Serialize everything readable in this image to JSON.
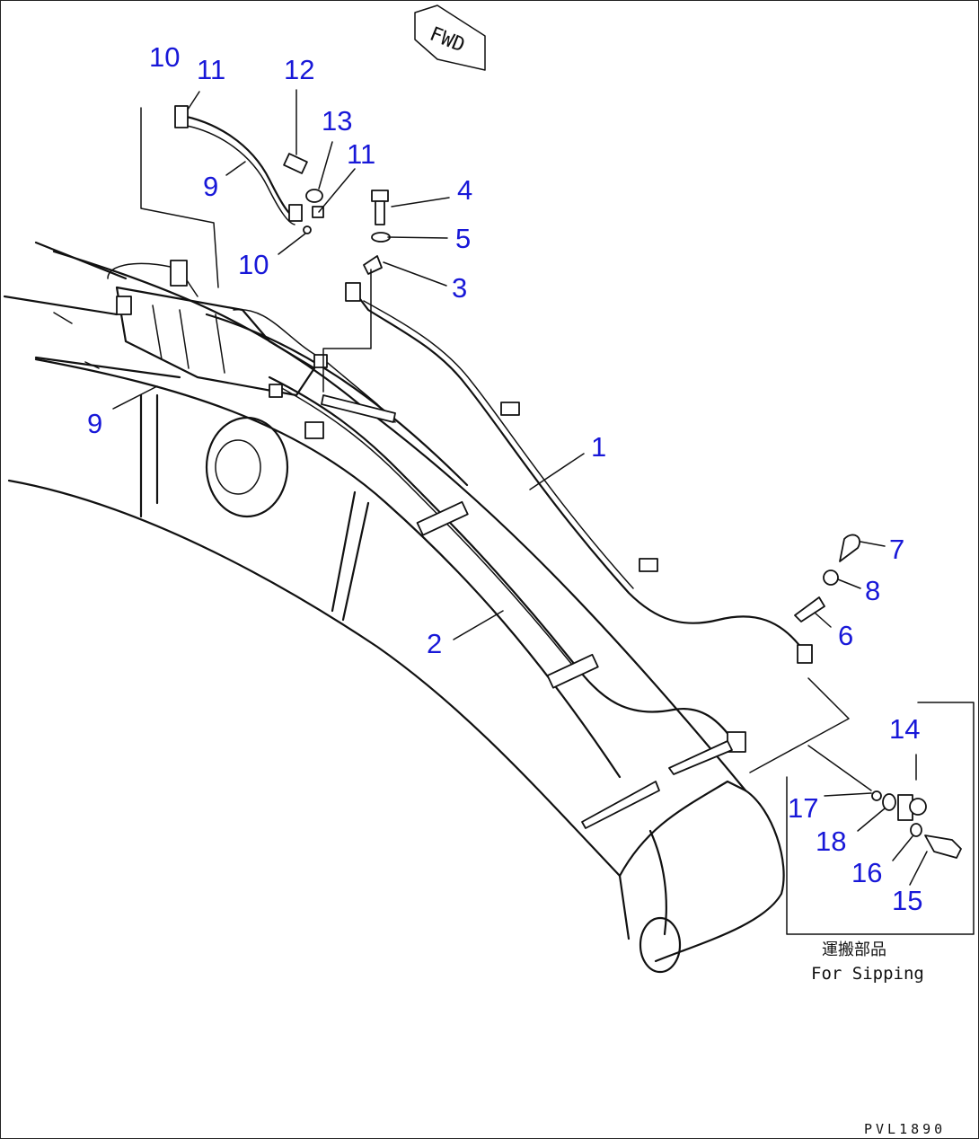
{
  "direction_arrow": {
    "label": "FWD"
  },
  "callouts": [
    {
      "id": "c10a",
      "label": "10"
    },
    {
      "id": "c11a",
      "label": "11"
    },
    {
      "id": "c12",
      "label": "12"
    },
    {
      "id": "c13",
      "label": "13"
    },
    {
      "id": "c11b",
      "label": "11"
    },
    {
      "id": "c9a",
      "label": "9"
    },
    {
      "id": "c4",
      "label": "4"
    },
    {
      "id": "c5",
      "label": "5"
    },
    {
      "id": "c10b",
      "label": "10"
    },
    {
      "id": "c3",
      "label": "3"
    },
    {
      "id": "c9b",
      "label": "9"
    },
    {
      "id": "c1",
      "label": "1"
    },
    {
      "id": "c7",
      "label": "7"
    },
    {
      "id": "c8",
      "label": "8"
    },
    {
      "id": "c6",
      "label": "6"
    },
    {
      "id": "c2",
      "label": "2"
    },
    {
      "id": "c14",
      "label": "14"
    },
    {
      "id": "c17",
      "label": "17"
    },
    {
      "id": "c18",
      "label": "18"
    },
    {
      "id": "c16",
      "label": "16"
    },
    {
      "id": "c15",
      "label": "15"
    }
  ],
  "shipping_box": {
    "label_jp": "運搬部品",
    "label_en": "For Sipping"
  },
  "drawing_code": "PVL1890"
}
